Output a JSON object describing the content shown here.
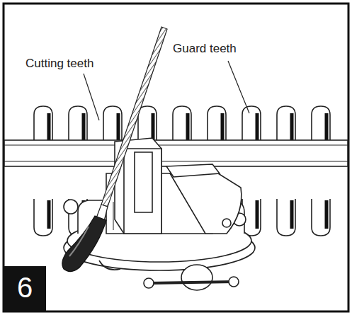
{
  "diagram": {
    "labels": [
      "Cutting teeth",
      "Guard teeth",
      "6"
    ]
  }
}
